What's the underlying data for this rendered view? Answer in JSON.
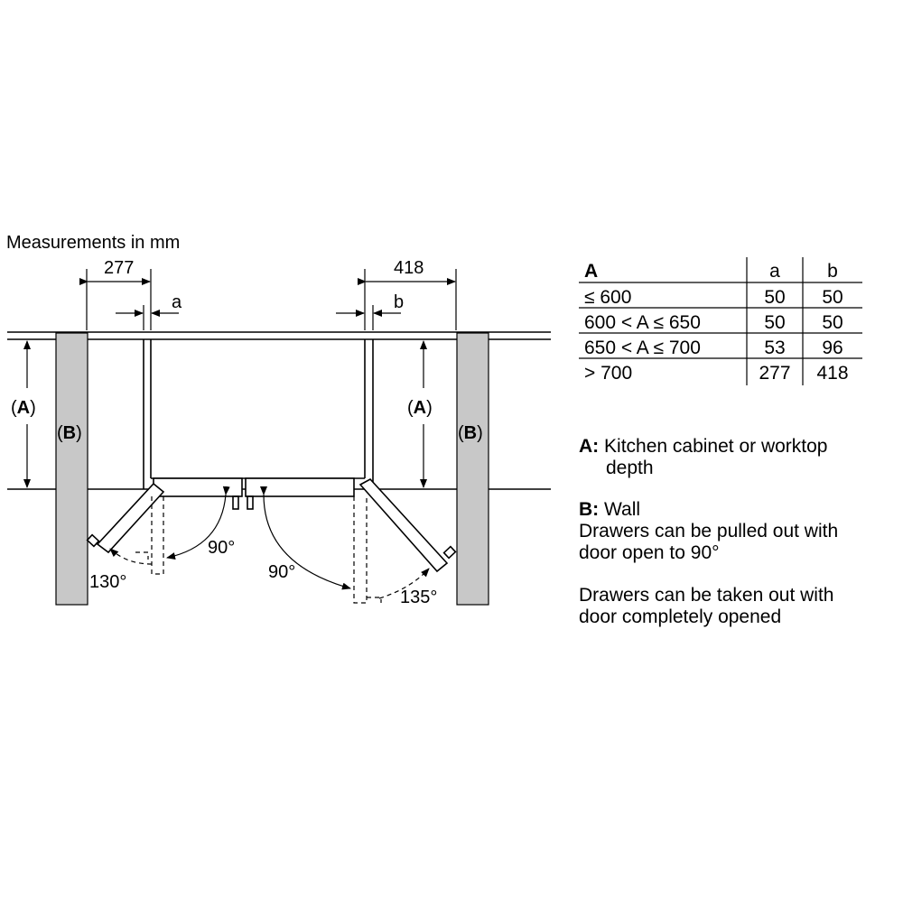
{
  "caption": "Measurements in mm",
  "dims": {
    "left_overall": "277",
    "left_gap": "a",
    "right_overall": "418",
    "right_gap": "b"
  },
  "labels": {
    "a_paren_open": "(",
    "a_letter": "A",
    "a_paren_close": ")",
    "b_paren_open": "(",
    "b_letter": "B",
    "b_paren_close": ")"
  },
  "angles": {
    "left_open_90": "90°",
    "left_open_130": "130°",
    "right_open_90": "90°",
    "right_open_135": "135°"
  },
  "table": {
    "headers": [
      "A",
      "a",
      "b"
    ],
    "rows": [
      [
        "≤ 600",
        "50",
        "50"
      ],
      [
        "600 < A ≤ 650",
        "50",
        "50"
      ],
      [
        "650 < A ≤ 700",
        "53",
        "96"
      ],
      [
        "> 700",
        "277",
        "418"
      ]
    ]
  },
  "legend": {
    "a_key": "A:",
    "a_text_1": "Kitchen cabinet or worktop",
    "a_text_2": "depth",
    "b_key": "B:",
    "b_text": "Wall",
    "note_1_line1": "Drawers can be pulled out with",
    "note_1_line2": "door open to 90°",
    "note_2_line1": "Drawers can be taken out with",
    "note_2_line2": "door completely opened"
  },
  "colors": {
    "wall_fill": "#c8c8c8",
    "line": "#000000"
  }
}
